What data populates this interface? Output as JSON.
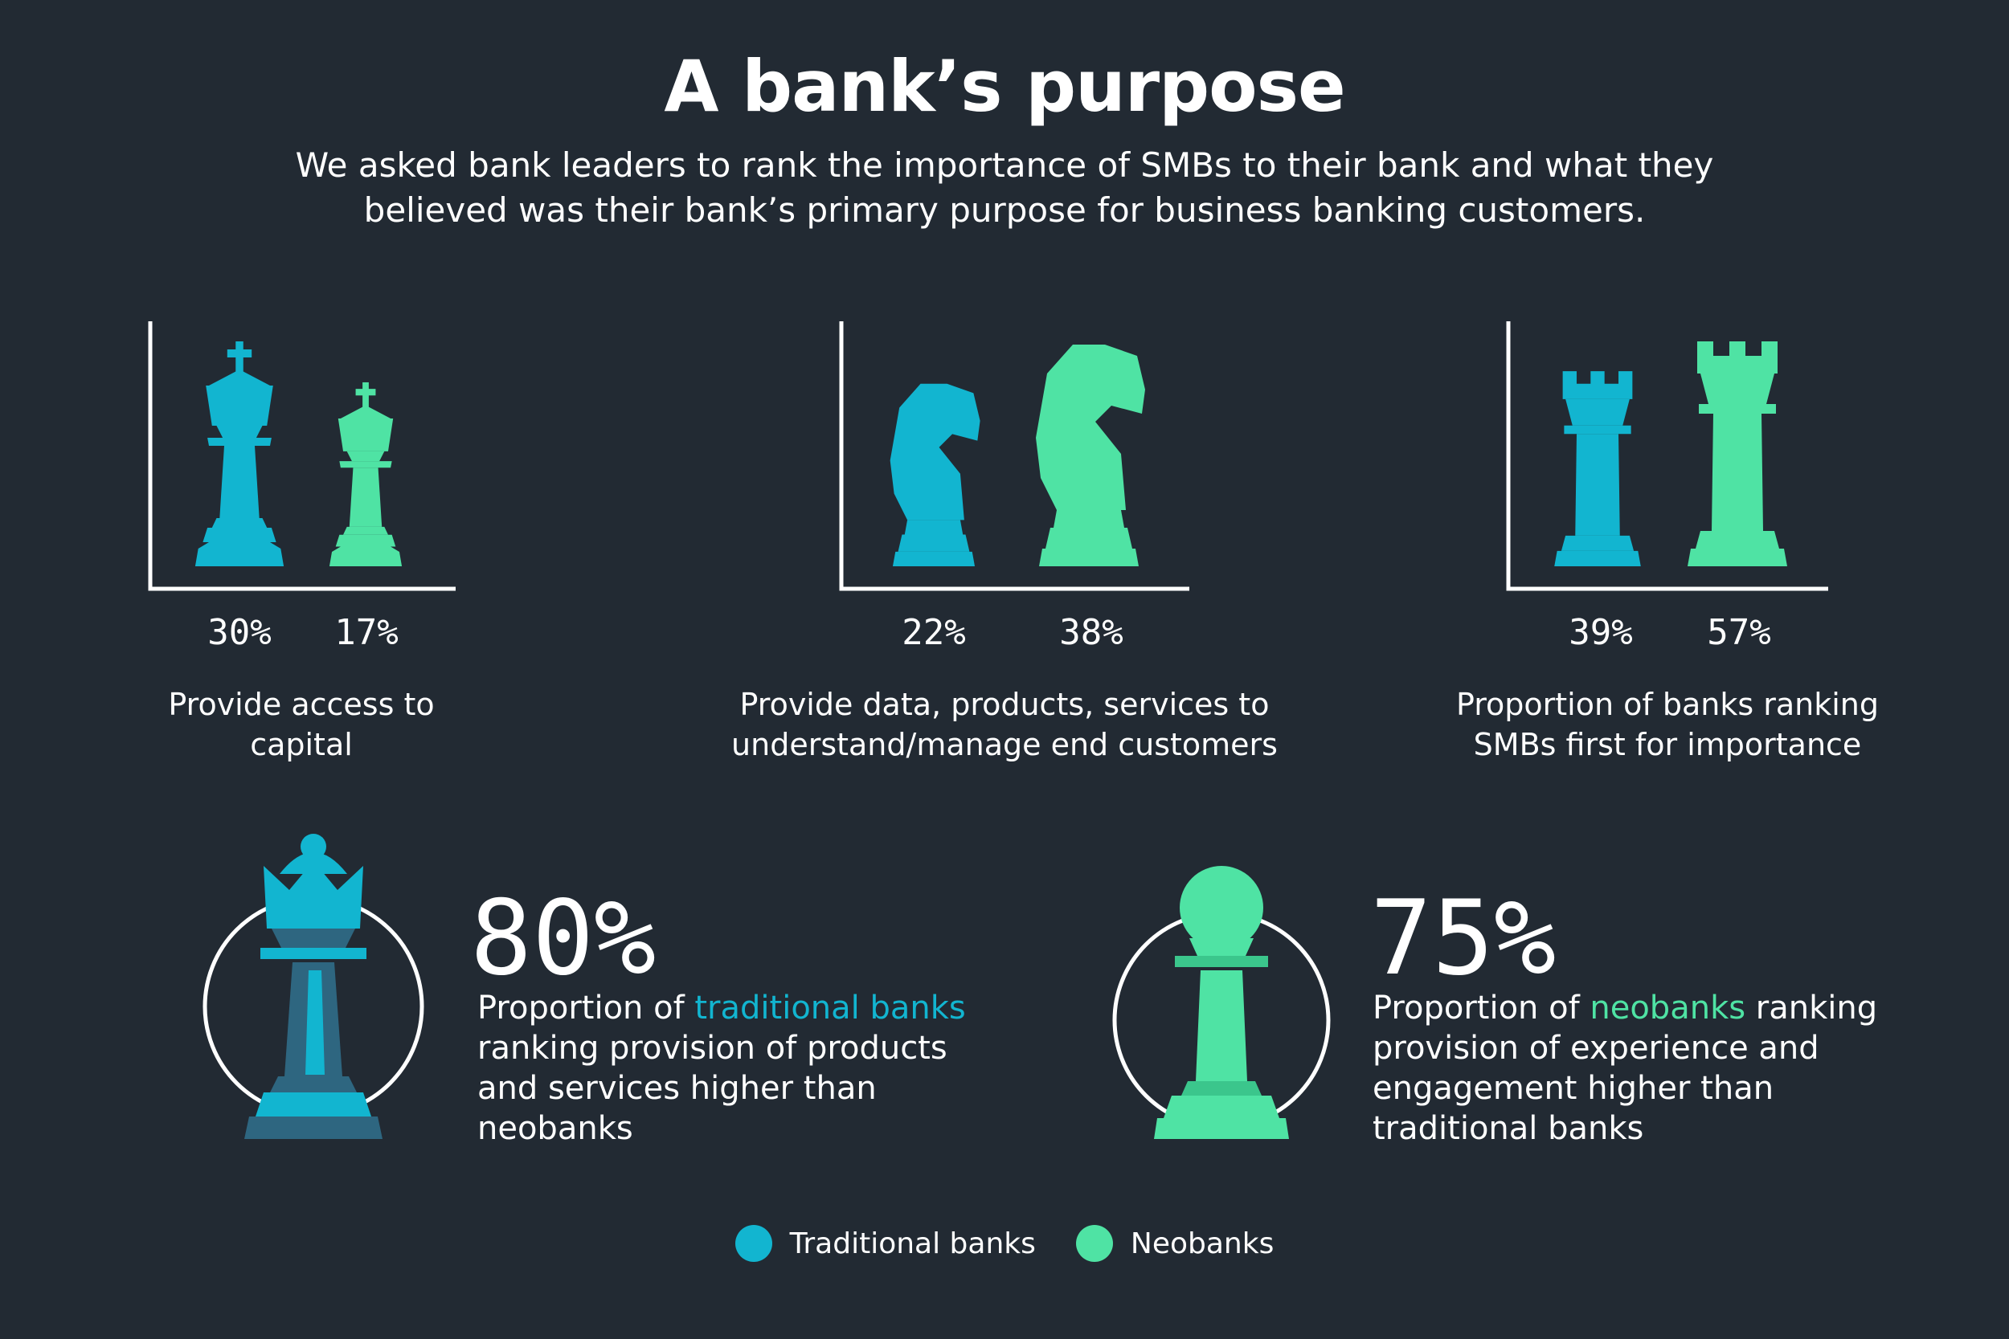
{
  "title": "A bank’s purpose",
  "subtitle": "We asked bank leaders to rank the importance of SMBs to their bank and what they believed was their bank’s primary purpose for business banking customers.",
  "colors": {
    "traditional": "#12b5d0",
    "neobank": "#4fe3a4",
    "traditional_dark": "#2e6680",
    "neobank_dark": "#3bc68c",
    "background": "#222a33"
  },
  "chart_data": [
    {
      "type": "bar",
      "categories": [
        "Traditional banks",
        "Neobanks"
      ],
      "values": [
        30,
        17
      ],
      "value_labels": [
        "30%",
        "17%"
      ],
      "caption": "Provide access to capital",
      "icon": "king-icon"
    },
    {
      "type": "bar",
      "categories": [
        "Traditional banks",
        "Neobanks"
      ],
      "values": [
        22,
        38
      ],
      "value_labels": [
        "22%",
        "38%"
      ],
      "caption": "Provide data, products, services to understand/manage end customers",
      "icon": "knight-icon"
    },
    {
      "type": "bar",
      "categories": [
        "Traditional banks",
        "Neobanks"
      ],
      "values": [
        39,
        57
      ],
      "value_labels": [
        "39%",
        "57%"
      ],
      "caption": "Proportion of banks ranking SMBs first for importance",
      "icon": "rook-icon"
    }
  ],
  "stats": [
    {
      "value": "80%",
      "text_before": "Proportion of ",
      "highlight": "traditional banks",
      "text_after": " ranking provision of products and services higher than neobanks",
      "icon": "queen-icon"
    },
    {
      "value": "75%",
      "text_before": "Proportion of ",
      "highlight": "neobanks",
      "text_after": " ranking provision of experience and engagement higher than traditional banks",
      "icon": "pawn-icon"
    }
  ],
  "legend": [
    {
      "label": "Traditional banks",
      "color": "#12b5d0"
    },
    {
      "label": "Neobanks",
      "color": "#4fe3a4"
    }
  ]
}
